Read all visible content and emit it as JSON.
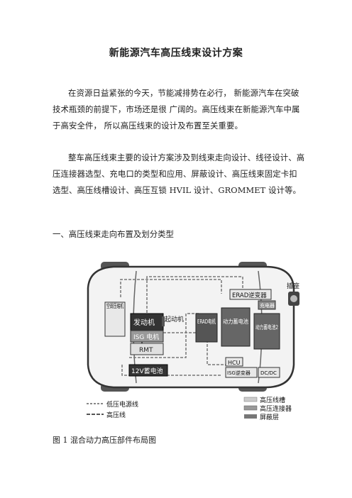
{
  "doc": {
    "title": "新能源汽车高压线束设计方案",
    "para1": "在资源日益紧张的今天，节能减排势在必行， 新能源汽车在突破技术瓶颈的前提下，市场还是很 广阔的。高压线束在新能源汽车中属于高安全件， 所以高压线束的设计及布置至关重要。",
    "para2": "整车高压线束主要的设计方案涉及到线束走向设计、线径设计、高压连接器选型、充电口的类型和应用、屏蔽设计、高压线束固定卡扣选型、高压线槽设计、高压互锁 HVIL 设计、GROMMET 设计等。",
    "section1": "一、高压线束走向布置及划分类型",
    "caption": "图 1  混合动力高压部件布局图"
  },
  "figure": {
    "labels": {
      "ac": "空调压缩机",
      "engine": "发动机",
      "starter": "起动机",
      "isg": "ISG 电机",
      "rmt": "RMT",
      "batt12": "12V蓄电池",
      "erad_motor": "ERAD电机",
      "erad_inv": "ERAD逆变器",
      "charger": "充电器",
      "socket": "插座",
      "pack1": "动力蓄电池",
      "pack2": "动力蓄电池2",
      "hcu": "HCU",
      "isg_inv": "ISG逆变器",
      "dcdc": "DC/DC",
      "leg_lv": "低压电源线",
      "leg_hv": "高压线",
      "leg_duct": "高压线槽",
      "leg_conn": "高压连接器",
      "leg_shield": "屏蔽层"
    }
  }
}
